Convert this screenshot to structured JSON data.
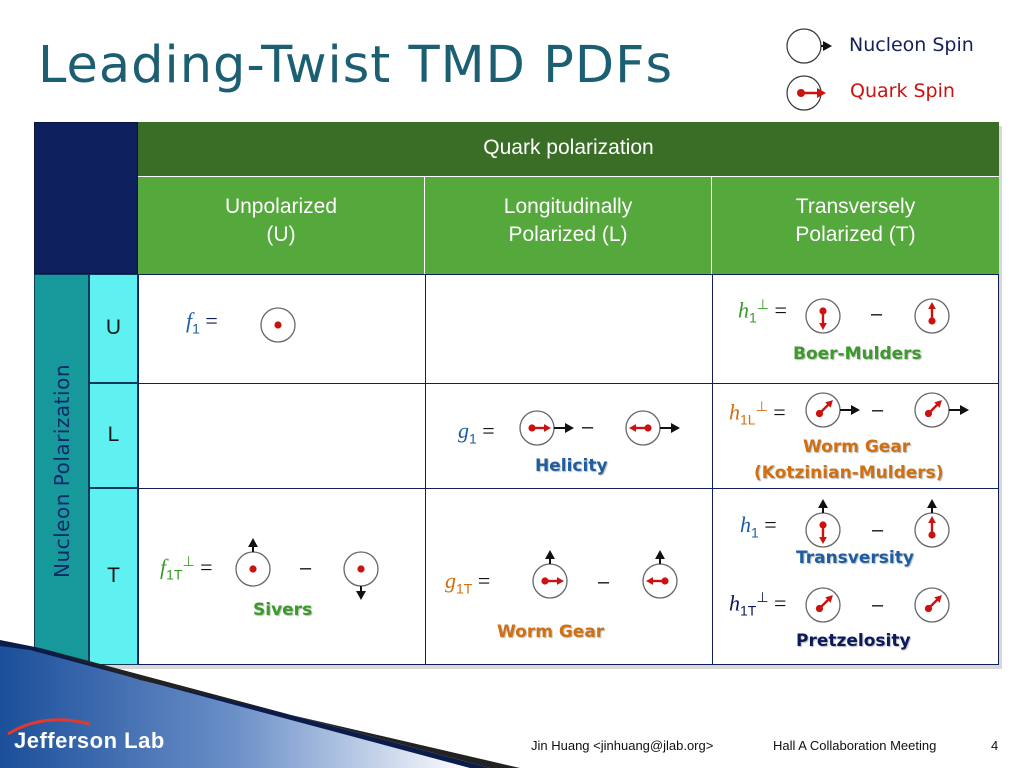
{
  "title": "Leading-Twist TMD PDFs",
  "legend": {
    "nucleon_spin": "Nucleon Spin",
    "quark_spin": "Quark Spin"
  },
  "table": {
    "quark_polarization": "Quark polarization",
    "nucleon_polarization": "Nucleon Polarization",
    "columns": [
      {
        "line1": "Unpolarized",
        "line2": "(U)"
      },
      {
        "line1": "Longitudinally",
        "line2": "Polarized (L)"
      },
      {
        "line1": "Transversely",
        "line2": "Polarized (T)"
      }
    ],
    "rows": [
      "U",
      "L",
      "T"
    ]
  },
  "functions": {
    "f1": {
      "base": "f",
      "sub": "1"
    },
    "g1": {
      "base": "g",
      "sub": "1"
    },
    "h1perp": {
      "base": "h",
      "sub": "1",
      "sup": "⊥"
    },
    "h1Lperp": {
      "base": "h",
      "sub": "1L",
      "sup": "⊥"
    },
    "f1Tperp": {
      "base": "f",
      "sub": "1T",
      "sup": "⊥"
    },
    "g1T": {
      "base": "g",
      "sub": "1T"
    },
    "h1": {
      "base": "h",
      "sub": "1"
    },
    "h1Tperp": {
      "base": "h",
      "sub": "1T",
      "sup": "⊥"
    },
    "equals": "=",
    "minus": "–"
  },
  "names": {
    "boer_mulders": "Boer-Mulders",
    "helicity": "Helicity",
    "worm_gear_1": "Worm Gear",
    "worm_gear_1b": "(Kotzinian-Mulders)",
    "sivers": "Sivers",
    "worm_gear_2": "Worm Gear",
    "transversity": "Transversity",
    "pretzelosity": "Pretzelosity"
  },
  "footer": {
    "logo": "Jefferson Lab",
    "author": "Jin Huang <jinhuang@jlab.org>",
    "meeting": "Hall A Collaboration Meeting",
    "page": "4"
  },
  "colors": {
    "title": "#1c5f72",
    "dark_green": "#3a6e27",
    "green": "#54a83c",
    "navy": "#0d1f5c",
    "teal": "#17989a",
    "cyan": "#5ff0f2",
    "quark_red": "#cc1111",
    "label_green": "#3a9a2a",
    "label_blue": "#1e5ea0",
    "label_orange": "#d07010"
  }
}
